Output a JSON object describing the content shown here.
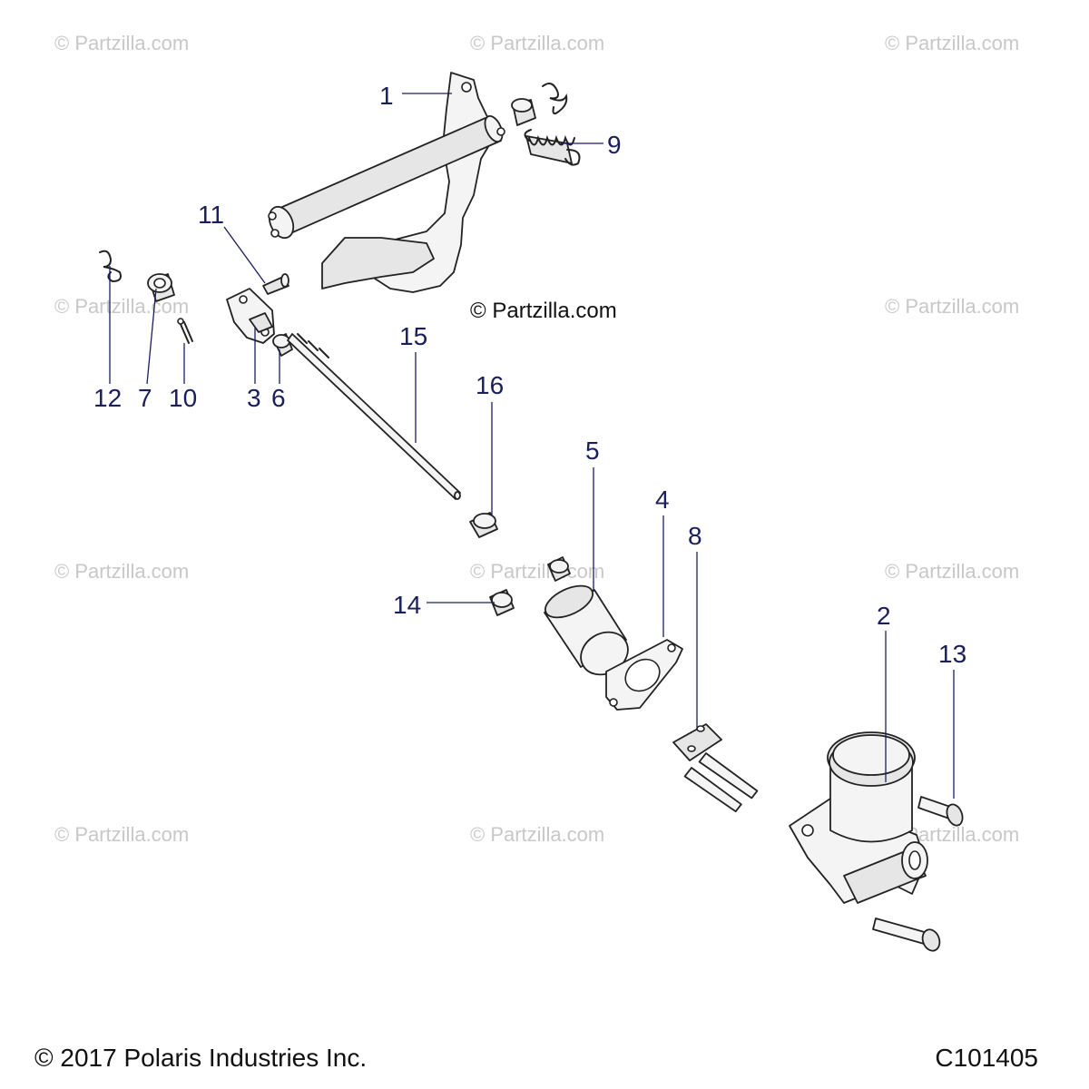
{
  "watermark": "© Partzilla.com",
  "center_watermark": "© Partzilla.com",
  "callouts": [
    "1",
    "2",
    "3",
    "4",
    "5",
    "6",
    "7",
    "8",
    "9",
    "10",
    "11",
    "12",
    "13",
    "14",
    "15",
    "16"
  ],
  "footer": {
    "copyright": "© 2017 Polaris Industries Inc.",
    "diagram_code": "C101405"
  }
}
